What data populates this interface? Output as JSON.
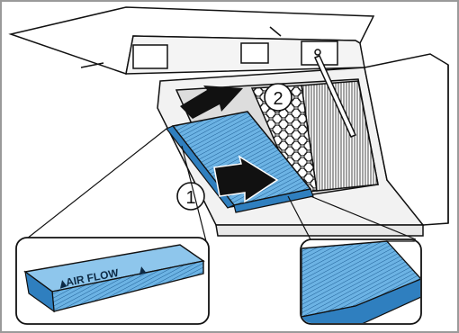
{
  "figure": {
    "steps": [
      {
        "number": "1"
      },
      {
        "number": "2"
      }
    ],
    "filter_label": "AIR FLOW",
    "colors": {
      "filter_blue": "#5aa9df",
      "filter_blue_dark": "#2f7fbf",
      "line": "#111111",
      "panel_grey": "#f2f2f2",
      "border": "#9a9a9a"
    }
  }
}
